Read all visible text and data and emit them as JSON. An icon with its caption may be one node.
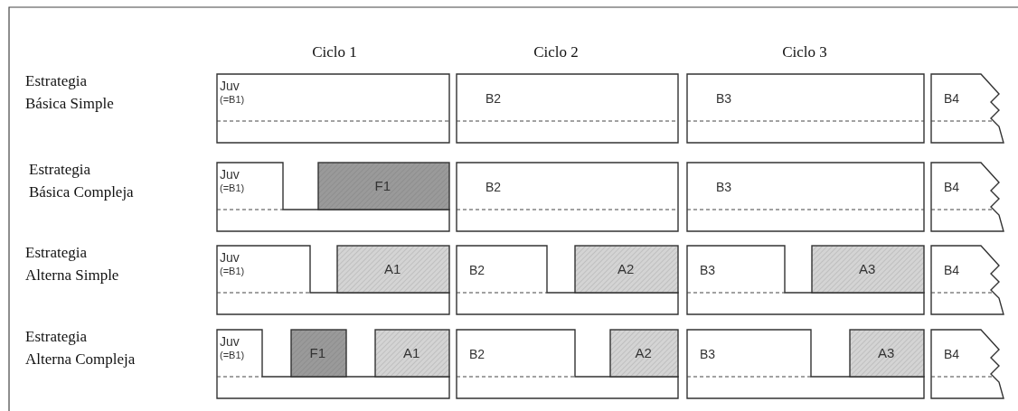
{
  "diagram": {
    "nodes": [
      {
        "text": [
          "Juv",
          "(=B1)"
        ]
      },
      {
        "text": [
          "B2"
        ]
      },
      {
        "text": [
          "B3"
        ]
      },
      {
        "text": [
          "B4"
        ]
      },
      {
        "text": [
          "Juv",
          "(=B1)"
        ]
      },
      {
        "text": [
          "F1"
        ]
      },
      {
        "text": [
          "B2"
        ]
      },
      {
        "text": [
          "B3"
        ]
      },
      {
        "text": [
          "B4"
        ]
      },
      {
        "text": [
          "Juv",
          "(=B1)"
        ]
      },
      {
        "text": [
          "A1"
        ]
      },
      {
        "text": [
          "B2"
        ]
      },
      {
        "text": [
          "A2"
        ]
      },
      {
        "text": [
          "B3"
        ]
      },
      {
        "text": [
          "A3"
        ]
      },
      {
        "text": [
          "B4"
        ]
      },
      {
        "text": [
          "Juv",
          "(=B1)"
        ]
      },
      {
        "text": [
          "F1"
        ]
      },
      {
        "text": [
          "A1"
        ]
      },
      {
        "text": [
          "B2"
        ]
      },
      {
        "text": [
          "A2"
        ]
      },
      {
        "text": [
          "B3"
        ]
      },
      {
        "text": [
          "A3"
        ]
      },
      {
        "text": [
          "B4"
        ]
      }
    ],
    "labels": [
      "Ciclo 1",
      "Ciclo 2",
      "Ciclo 3",
      "Estrategia Básica Simple",
      "Estrategia Básica Compleja",
      "Estrategia Alterna Simple",
      "Estrategia Alterna Compleja"
    ]
  }
}
